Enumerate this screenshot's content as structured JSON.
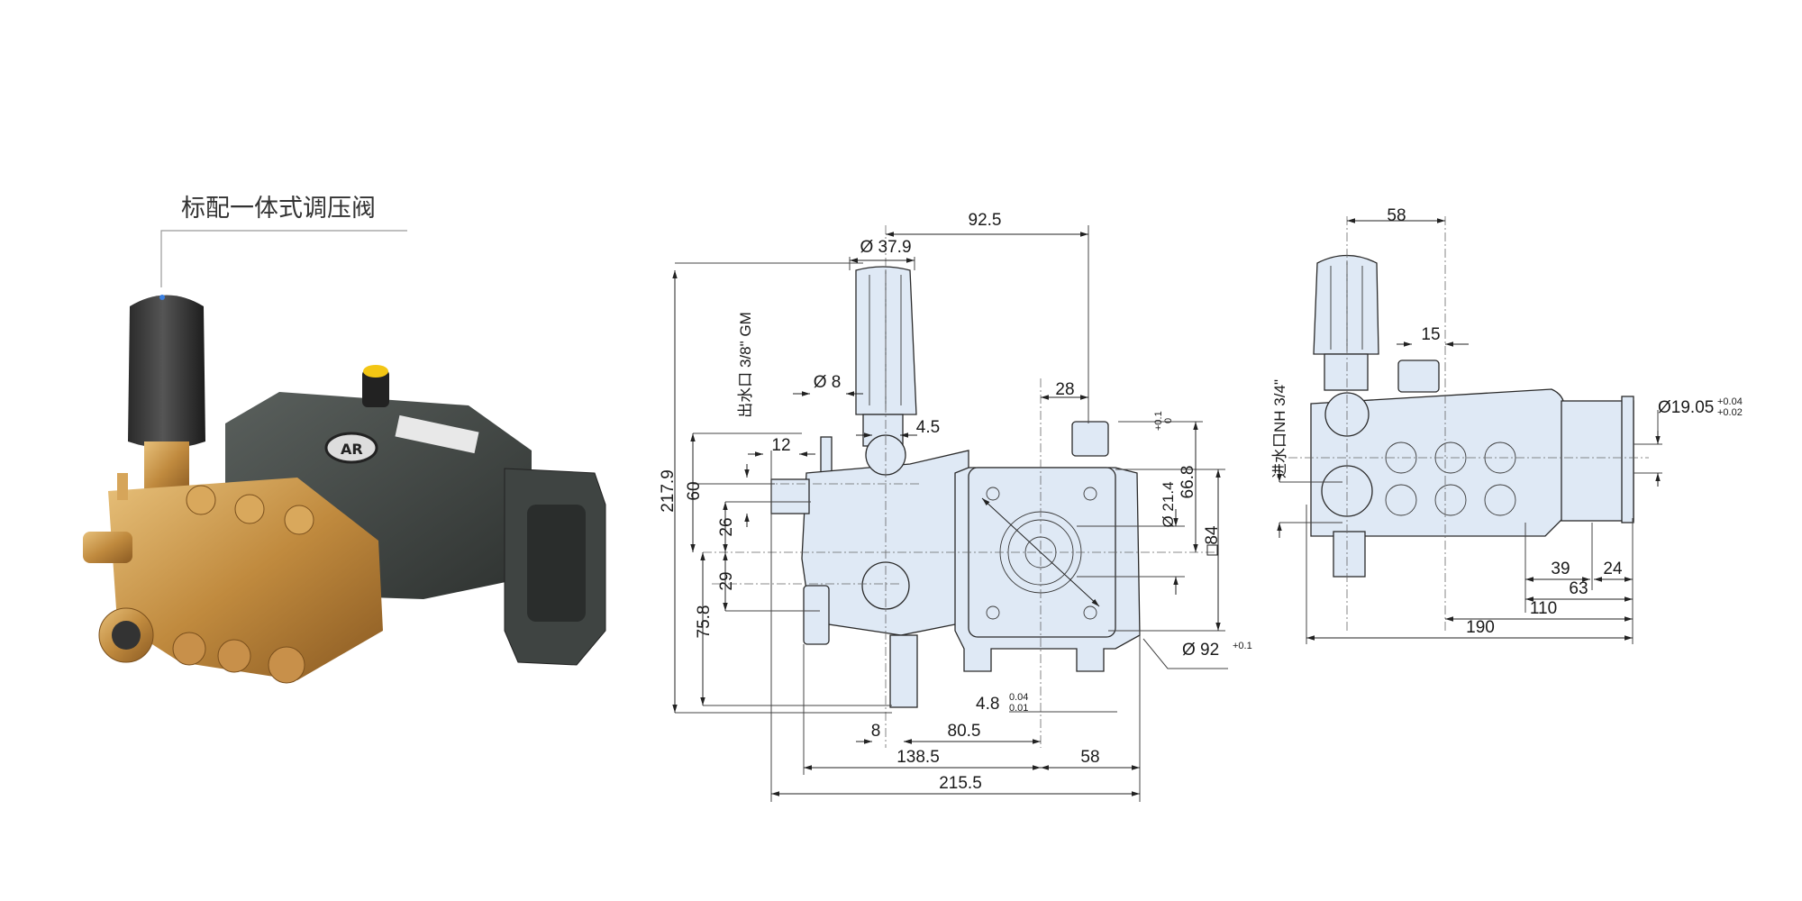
{
  "photo": {
    "callout_label": "标配一体式调压阀",
    "logo_text": "AR"
  },
  "front_view": {
    "dims": {
      "top_width": "92.5",
      "knob_dia": "Ø 37.9",
      "hose_dia": "Ø 8",
      "offset_4_5": "4.5",
      "outlet_12": "12",
      "overall_height": "217.9",
      "h_60": "60",
      "h_26": "26",
      "h_29": "29",
      "h_75_8": "75.8",
      "outlet_label": "出水口 3/8\" GM",
      "w_28": "28",
      "shaft_dia": "Ø 21.4",
      "shaft_tol_upper": "+0.1",
      "shaft_tol_lower": "0",
      "h_66_8": "66.8",
      "square_84": "84",
      "flange_dia": "Ø 92",
      "flange_tol": "+0.1",
      "key_width": "4.8",
      "key_tol_upper": "0.04",
      "key_tol_lower": "0.01",
      "w_8": "8",
      "w_80_5": "80.5",
      "w_138_5": "138.5",
      "w_58": "58",
      "overall_width": "215.5"
    }
  },
  "side_view": {
    "dims": {
      "top_58": "58",
      "w_15": "15",
      "inlet_label": "进水口NH 3/4\"",
      "shaft_dia": "Ø19.05",
      "shaft_tol_upper": "+0.04",
      "shaft_tol_lower": "+0.02",
      "w_39": "39",
      "w_24": "24",
      "w_63": "63",
      "w_110": "110",
      "overall_width": "190"
    }
  },
  "colors": {
    "drawing_fill": "#dfe9f5",
    "brass": "#c9974a",
    "housing": "#3d4240"
  }
}
